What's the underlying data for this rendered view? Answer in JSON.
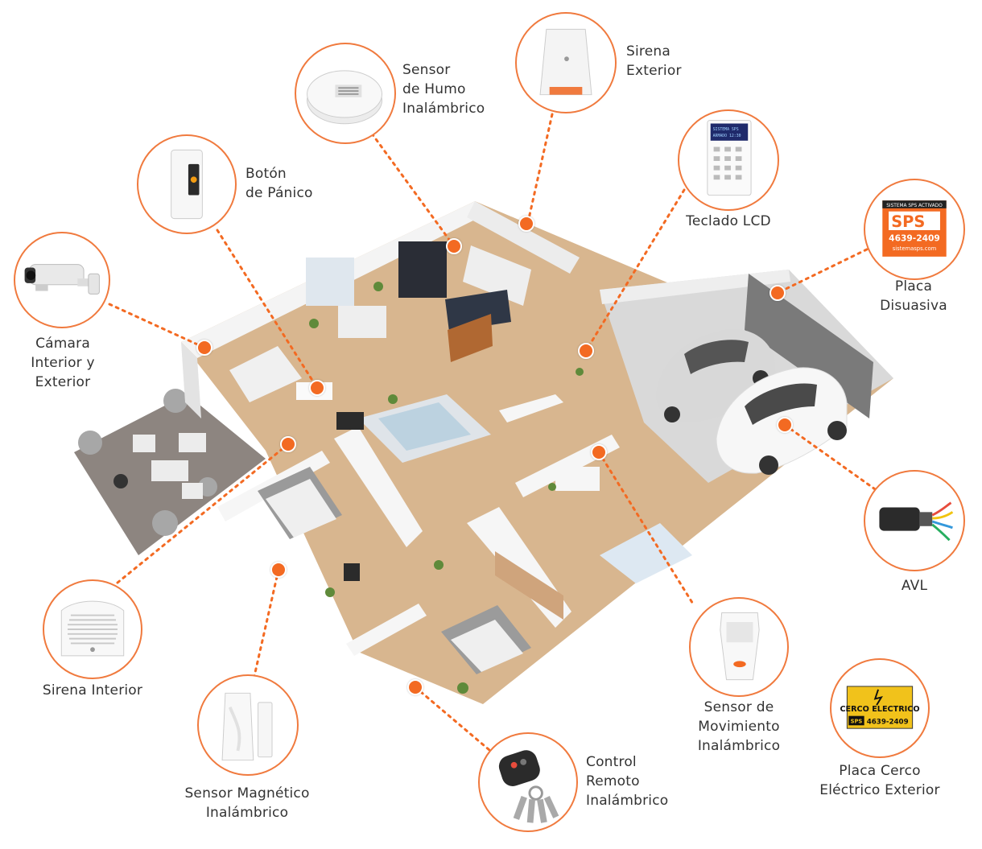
{
  "accent_color": "#f36a22",
  "devices": [
    {
      "id": "camara",
      "label": "Cámara\nInterior y\nExterior",
      "icon": "security-camera-icon"
    },
    {
      "id": "boton-panico",
      "label": "Botón\nde Pánico",
      "icon": "panic-button-icon"
    },
    {
      "id": "sensor-humo",
      "label": "Sensor\nde Humo\nInalámbrico",
      "icon": "smoke-detector-icon"
    },
    {
      "id": "sirena-exterior",
      "label": "Sirena\nExterior",
      "icon": "outdoor-siren-icon"
    },
    {
      "id": "teclado-lcd",
      "label": "Teclado LCD",
      "icon": "lcd-keypad-icon"
    },
    {
      "id": "placa-disuasiva",
      "label": "Placa\nDisuasiva",
      "icon": "deterrent-sign-icon",
      "sign": {
        "top": "SISTEMA SPS ACTIVADO",
        "brand": "SPS",
        "phone": "4639-2409",
        "web": "sistemasps.com"
      }
    },
    {
      "id": "avl",
      "label": "AVL",
      "icon": "gps-tracker-icon"
    },
    {
      "id": "sensor-movimiento",
      "label": "Sensor de\nMovimiento\nInalámbrico",
      "icon": "motion-sensor-icon"
    },
    {
      "id": "placa-cerco",
      "label": "Placa Cerco\nEléctrico Exterior",
      "icon": "electric-fence-sign-icon",
      "sign": {
        "title": "CERCO ELECTRICO",
        "brand": "SPS",
        "phone": "4639-2409"
      }
    },
    {
      "id": "control-remoto",
      "label": "Control\nRemoto\nInalámbrico",
      "icon": "remote-keyfob-icon"
    },
    {
      "id": "sensor-magnetico",
      "label": "Sensor Magnético\nInalámbrico",
      "icon": "magnetic-sensor-icon"
    },
    {
      "id": "sirena-interior",
      "label": "Sirena Interior",
      "icon": "indoor-siren-icon"
    }
  ],
  "lcd_text": {
    "line1": "SISTEMA SPS",
    "line2": "ARMADO 12:30"
  }
}
